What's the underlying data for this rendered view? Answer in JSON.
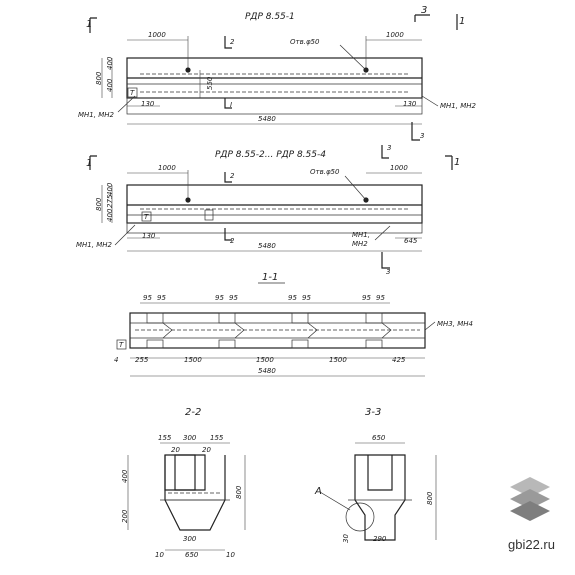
{
  "drawing1": {
    "title": "РДР 8.55-1",
    "section_mark": "3",
    "section_mark_one": "1",
    "section_mark_two": "2",
    "dim_left_top": "1000",
    "dim_right_top": "1000",
    "hole_label": "Отв.φ50",
    "dim_total": "5480",
    "dim_left_bottom": "130",
    "dim_right_bottom": "130",
    "dim_h_total": "800",
    "dim_h_upper": "400",
    "dim_h_lower": "400",
    "dim_550": "550",
    "mesh_left": "МН1, МН2",
    "mesh_right": "МН1, МН2",
    "marker_t": "T",
    "marker_i": "I"
  },
  "drawing2": {
    "title": "РДР 8.55-2... РДР 8.55-4",
    "section_mark": "3",
    "section_mark_one": "1",
    "section_mark_two": "2",
    "dim_left_top": "1000",
    "dim_right_top": "1000",
    "hole_label": "Отв.φ50",
    "dim_total": "5480",
    "dim_left_bottom": "130",
    "dim_right_bottom": "645",
    "dim_h_total": "800",
    "dim_h_upper": "400",
    "dim_h_mid": "275",
    "dim_h_lower": "400",
    "mesh_left": "МН1, МН2",
    "mesh_mid_a": "МН1,",
    "mesh_mid_b": "МН2",
    "marker_t": "T"
  },
  "section11": {
    "title": "1-1",
    "top_dims": [
      "95",
      "95",
      "95",
      "95",
      "95",
      "95",
      "95",
      "95"
    ],
    "bottom_dims": [
      "255",
      "1500",
      "1500",
      "1500",
      "425"
    ],
    "dim_total": "5480",
    "small_dim": "4",
    "mesh_label": "МН3, МН4",
    "marker_t": "T"
  },
  "section22": {
    "title": "2-2",
    "top_dims": [
      "155",
      "300",
      "155"
    ],
    "dim_20a": "20",
    "dim_20b": "20",
    "dim_400": "400",
    "dim_200": "200",
    "dim_800": "800",
    "dim_300_bottom": "300",
    "dim_650": "650",
    "dim_10a": "10",
    "dim_10b": "10"
  },
  "section33": {
    "title": "3-3",
    "dim_650": "650",
    "dim_800": "800",
    "dim_30": "30",
    "dim_290": "290",
    "callout": "A"
  },
  "watermark": {
    "site": "gbi22.ru"
  }
}
